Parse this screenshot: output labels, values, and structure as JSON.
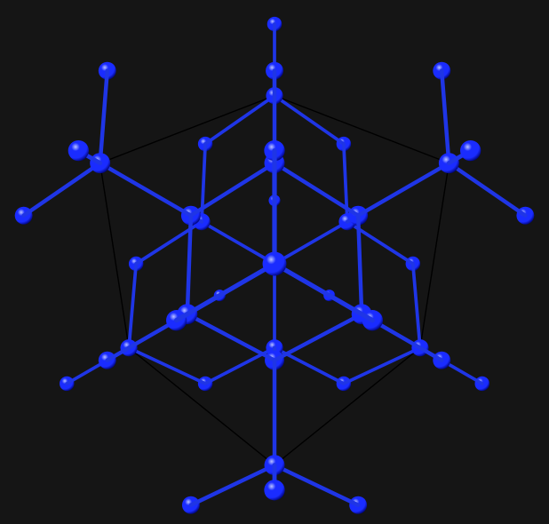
{
  "scene": {
    "subject": "diamond-cubic-crystal-lattice",
    "background_color": "#151515",
    "atom_color": "#1a2cff",
    "atom_highlight_color": "#b9c2ff",
    "atom_shadow_color": "#00047a",
    "bond_color": "#1f35e6",
    "cell_edge_color": "#000000",
    "projection": "isometric",
    "cells_per_edge": 1,
    "fcc_half_layers": 4
  }
}
